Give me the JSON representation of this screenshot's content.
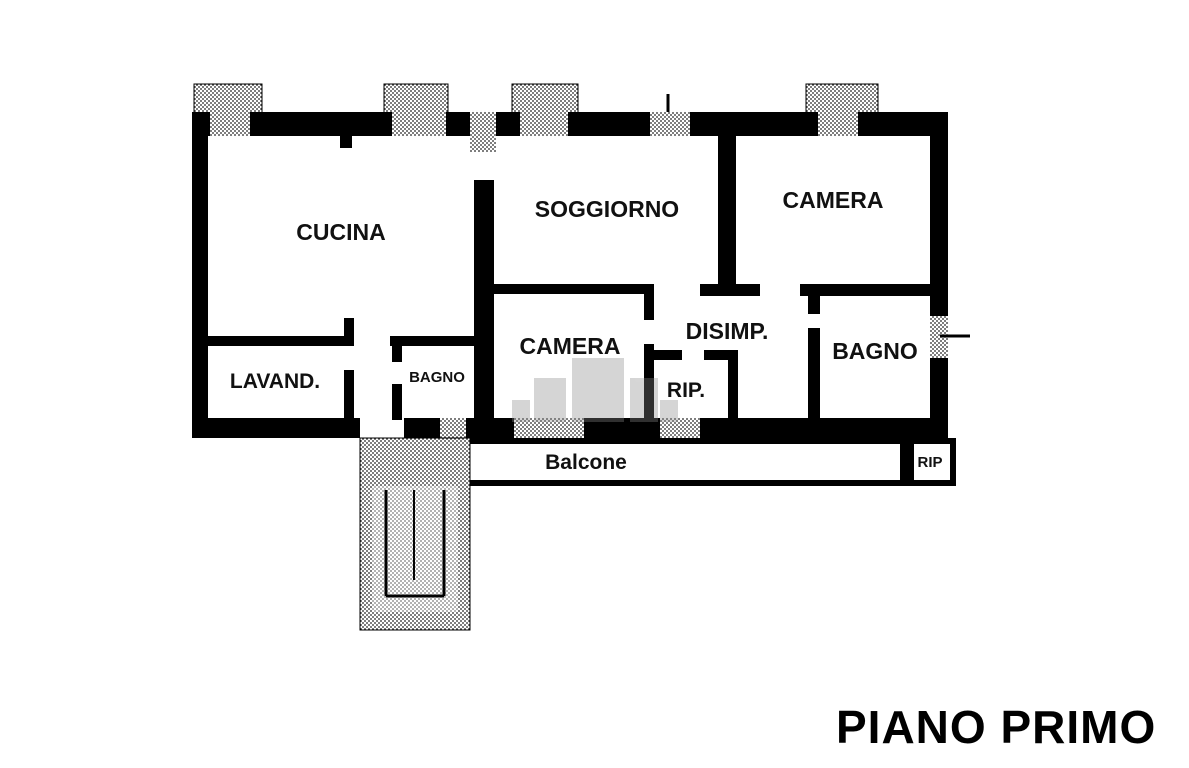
{
  "plan": {
    "title": "PIANO PRIMO",
    "rooms": {
      "cucina": "CUCINA",
      "soggiorno": "SOGGIORNO",
      "camera_1": "CAMERA",
      "camera_2": "CAMERA",
      "disimpegno": "DISIMP.",
      "bagno_1": "BAGNO",
      "bagno_2": "BAGNO",
      "lavanderia": "LAVAND.",
      "ripostiglio_1": "RIP.",
      "ripostiglio_2": "RIP",
      "balcone": "Balcone"
    }
  }
}
